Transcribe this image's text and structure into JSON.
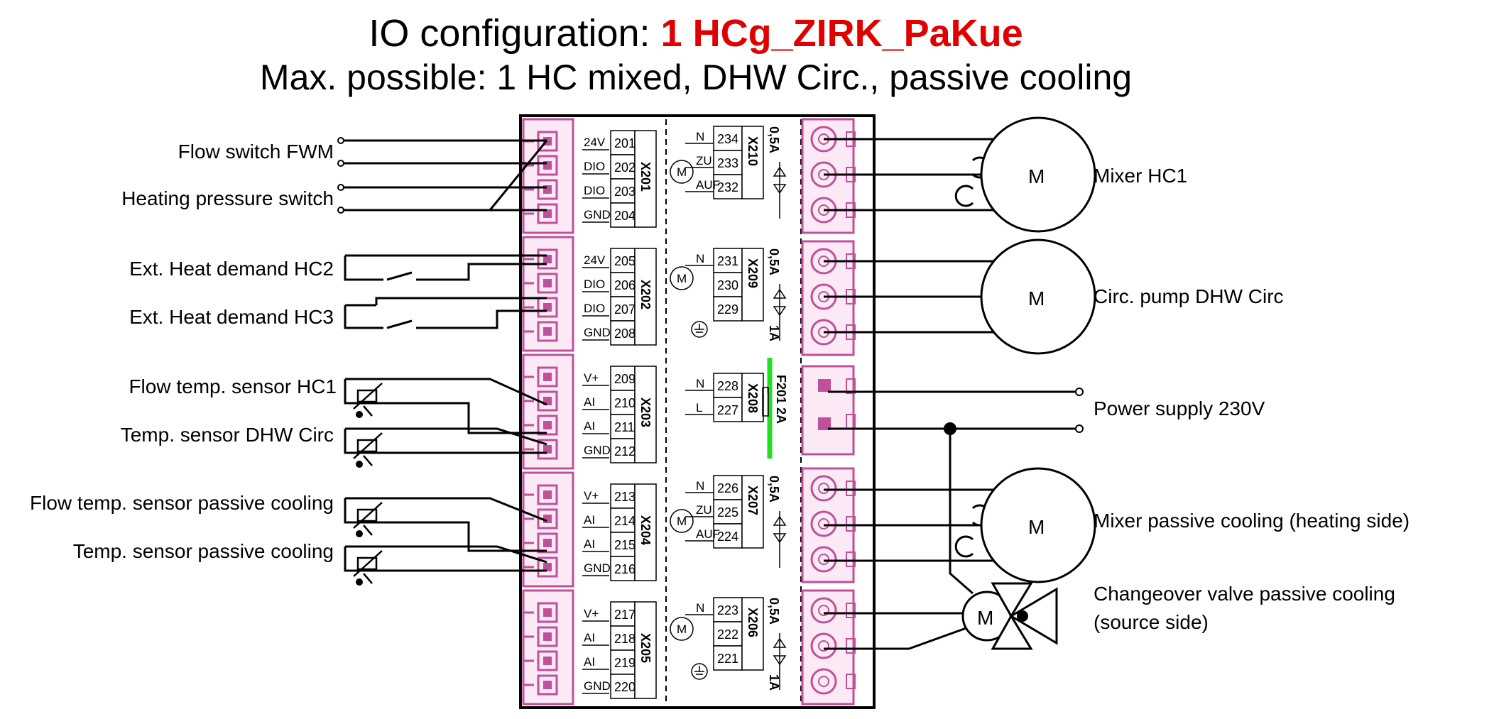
{
  "title": {
    "prefix": "IO configuration: ",
    "highlight": "1 HCg_ZIRK_PaKue",
    "subtitle": "Max. possible: 1 HC mixed, DHW Circ., passive cooling"
  },
  "left_labels": [
    "Flow switch FWM",
    "Heating pressure switch",
    "Ext. Heat demand HC2",
    "Ext. Heat demand HC3",
    "Flow temp. sensor HC1",
    "Temp. sensor DHW Circ",
    "Flow temp. sensor passive cooling",
    "Temp. sensor passive cooling"
  ],
  "right_labels": {
    "mixer_hc1": "Mixer HC1",
    "circ_pump": "Circ. pump DHW Circ",
    "power": "Power supply 230V",
    "mixer_cooling": "Mixer passive cooling (heating side)",
    "valve_line1": "Changeover valve passive cooling",
    "valve_line2": "(source side)"
  },
  "motor_symbol": "M",
  "left_connectors": [
    {
      "name": "X201",
      "pins": [
        "201",
        "202",
        "203",
        "204"
      ],
      "signals": [
        "24V",
        "DIO",
        "DIO",
        "GND"
      ]
    },
    {
      "name": "X202",
      "pins": [
        "205",
        "206",
        "207",
        "208"
      ],
      "signals": [
        "24V",
        "DIO",
        "DIO",
        "GND"
      ]
    },
    {
      "name": "X203",
      "pins": [
        "209",
        "210",
        "211",
        "212"
      ],
      "signals": [
        "V+",
        "AI",
        "AI",
        "GND"
      ]
    },
    {
      "name": "X204",
      "pins": [
        "213",
        "214",
        "215",
        "216"
      ],
      "signals": [
        "V+",
        "AI",
        "AI",
        "GND"
      ]
    },
    {
      "name": "X205",
      "pins": [
        "217",
        "218",
        "219",
        "220"
      ],
      "signals": [
        "V+",
        "AI",
        "AI",
        "GND"
      ]
    }
  ],
  "right_connectors": [
    {
      "name": "X210",
      "pins": [
        "234",
        "233",
        "232"
      ],
      "labels": [
        "N",
        "ZU",
        "AUF"
      ],
      "fuse": "0,5A"
    },
    {
      "name": "X209",
      "pins": [
        "231",
        "230",
        "229"
      ],
      "labels": [
        "N",
        "",
        ""
      ],
      "fuse": "0,5A",
      "fuse2": "1A"
    },
    {
      "name": "X208",
      "pins": [
        "228",
        "227"
      ],
      "labels": [
        "N",
        "L"
      ],
      "fuse": "F201 2A"
    },
    {
      "name": "X207",
      "pins": [
        "226",
        "225",
        "224"
      ],
      "labels": [
        "N",
        "ZU",
        "AUF"
      ],
      "fuse": "0,5A"
    },
    {
      "name": "X206",
      "pins": [
        "223",
        "222",
        "221"
      ],
      "labels": [
        "N",
        "",
        ""
      ],
      "fuse": "0,5A",
      "fuse2": "1A"
    }
  ],
  "colors": {
    "title_highlight": "#e10000",
    "terminal": "#c0509a",
    "fuse_bar": "#22dd22",
    "line": "#000000"
  }
}
